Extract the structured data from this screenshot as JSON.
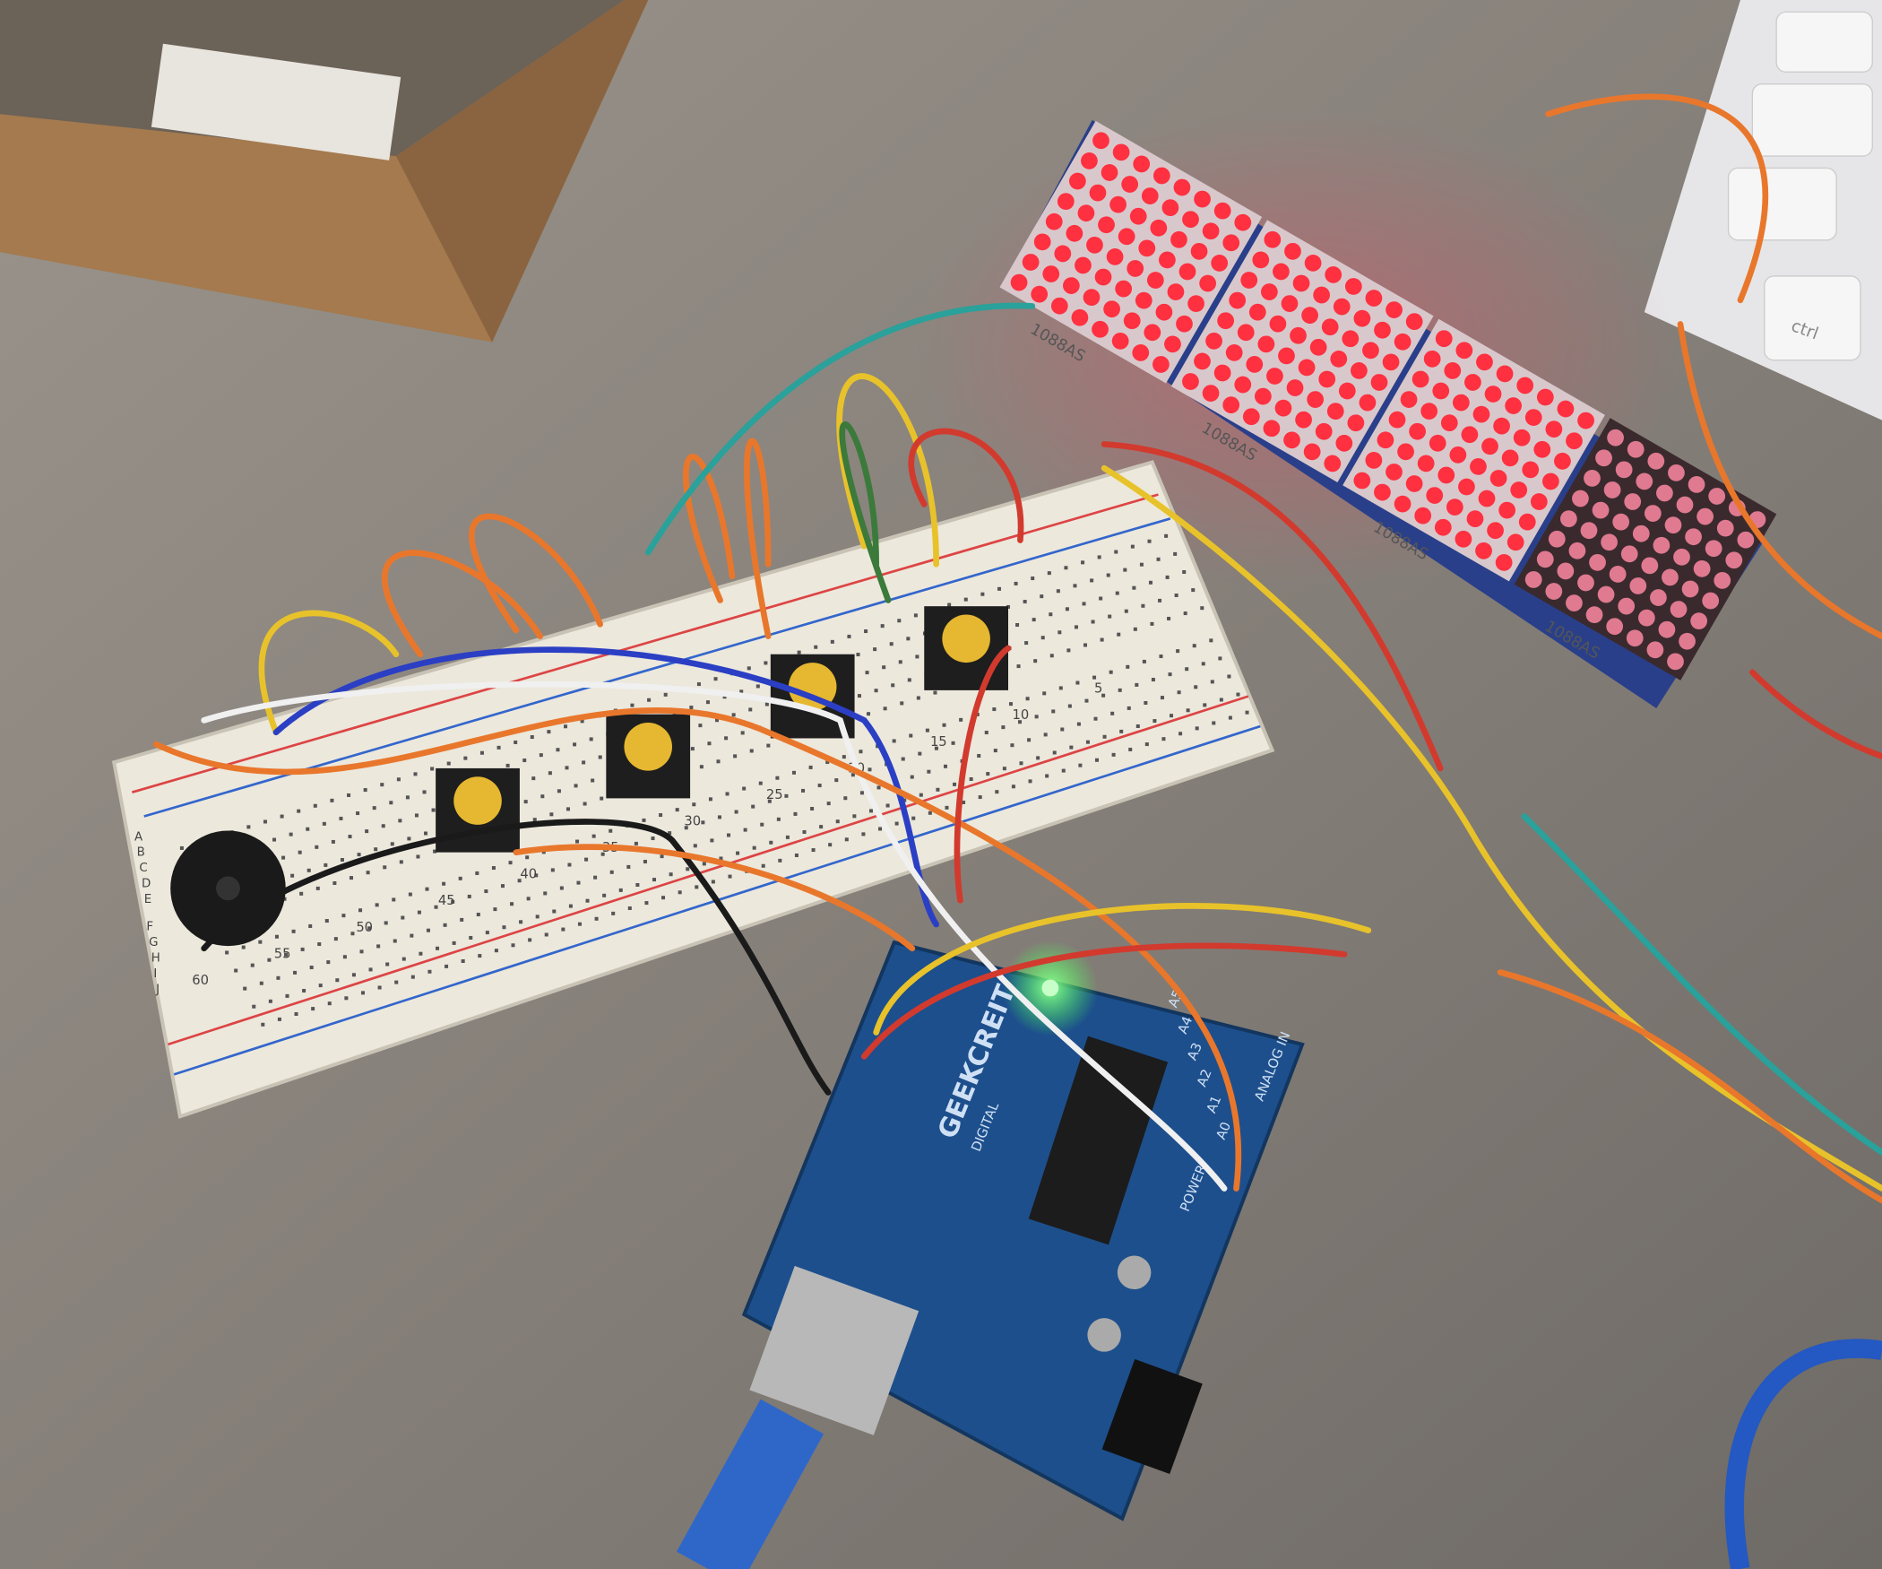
{
  "photo": {
    "arduino": {
      "brand": "GEEKCREIT",
      "digital_label": "DIGITAL",
      "analog_label": "ANALOG IN",
      "power_label": "POWER",
      "analog_pins": [
        "A0",
        "A1",
        "A2",
        "A3",
        "A4",
        "A5"
      ],
      "power_led_color": "#3cff4a"
    },
    "led_matrix": {
      "module_label": "1088AS",
      "module_count": 4,
      "led_color": "#ff3040"
    },
    "breadboard": {
      "column_numbers": [
        "5",
        "10",
        "15",
        "20",
        "25",
        "30",
        "35",
        "40",
        "45",
        "50",
        "55",
        "60"
      ],
      "row_letters": [
        "A",
        "B",
        "C",
        "D",
        "E",
        "F",
        "G",
        "H",
        "I",
        "J"
      ]
    },
    "keyboard": {
      "key_label": "ctrl"
    },
    "colors": {
      "desk": "#8a847e",
      "board_blue": "#1d4f8c",
      "breadboard": "#ece8dc",
      "cardboard": "#a47a4e"
    }
  }
}
